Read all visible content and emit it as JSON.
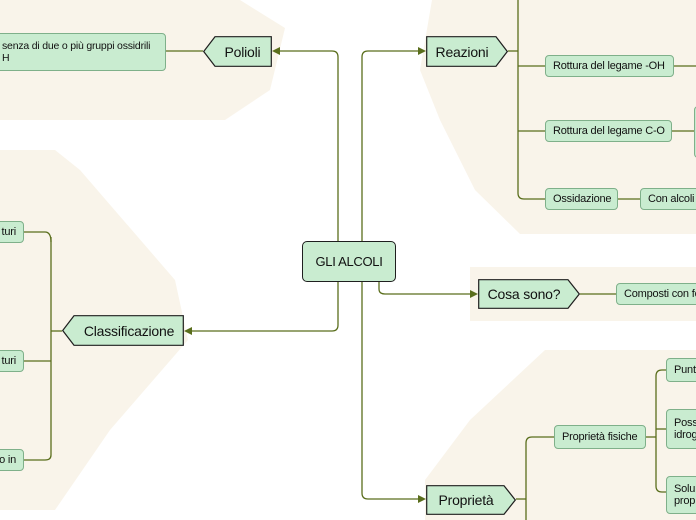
{
  "central": "GLI ALCOLI",
  "main_topics": {
    "polioli": "Polioli",
    "reazioni": "Reazioni",
    "cosa_sono": "Cosa sono?",
    "classificazione": "Classificazione",
    "proprieta": "Proprietà"
  },
  "polioli_detail": "senza di due o più gruppi ossidrili\nH",
  "reazioni_children": {
    "rottura_oh": "Rottura del legame -OH",
    "rottura_co": "Rottura del legame C-O",
    "ossidazione": "Ossidazione",
    "ossidazione_child": "Con alcoli"
  },
  "cosa_sono_detail": "Composti con fo",
  "classificazione_children": [
    "turi",
    "turi",
    "o in"
  ],
  "proprieta_children": {
    "fisiche": "Proprietà fisiche",
    "punti": "Punt",
    "possibilita": "Poss\nidrog",
    "solubilita": "Solu\nprop"
  },
  "colors": {
    "node_fill": "#c9ecd0",
    "node_border": "#7fb08a",
    "connector": "#5a6e1c",
    "zone_fill": "#f9f4ea"
  }
}
